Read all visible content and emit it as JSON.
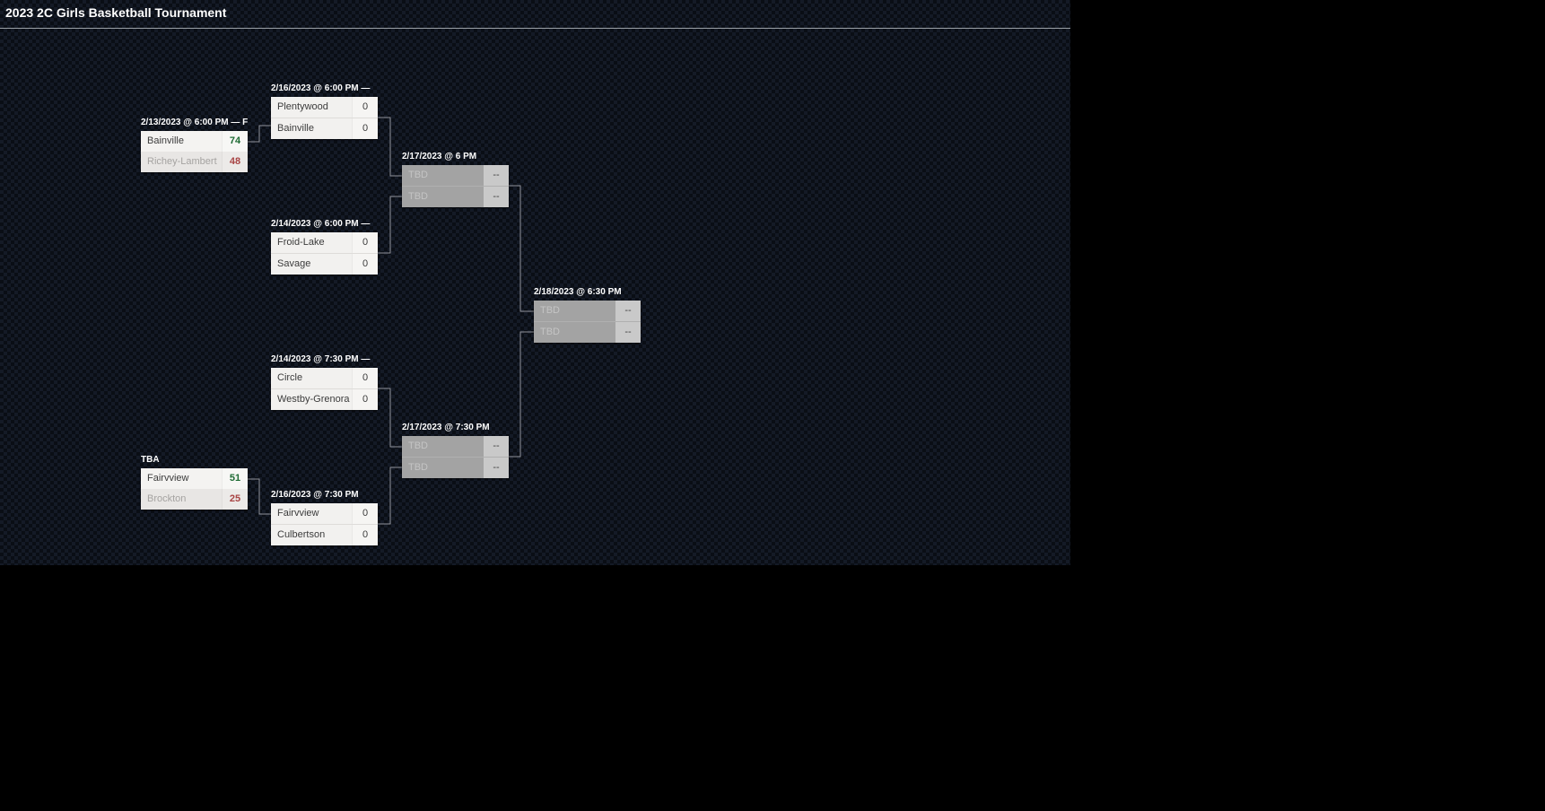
{
  "title": "2023 2C Girls Basketball Tournament",
  "colors": {
    "winner_score": "#1e6b34",
    "loser_score": "#a84444",
    "header_text": "#ffffff",
    "separator_line": "#9aa0a6",
    "connector_line": "#90939a",
    "tbd_box": "#a3a3a3"
  },
  "bracket": {
    "matches": [
      {
        "id": "round1-upper",
        "header": "2/13/2023 @ 6:00 PM — F",
        "state": "final",
        "teams": [
          {
            "name": "Bainville",
            "score": "74",
            "result": "winner"
          },
          {
            "name": "Richey-Lambert",
            "score": "48",
            "result": "loser"
          }
        ]
      },
      {
        "id": "round1-lower",
        "header": "TBA",
        "state": "final",
        "teams": [
          {
            "name": "Fairvview",
            "score": "51",
            "result": "winner"
          },
          {
            "name": "Brockton",
            "score": "25",
            "result": "loser"
          }
        ]
      },
      {
        "id": "quarterfinal-1",
        "header": "2/16/2023 @ 6:00 PM —",
        "state": "scheduled",
        "teams": [
          {
            "name": "Plentywood",
            "score": "0",
            "result": "none"
          },
          {
            "name": "Bainville",
            "score": "0",
            "result": "none"
          }
        ]
      },
      {
        "id": "quarterfinal-2",
        "header": "2/14/2023 @ 6:00 PM —",
        "state": "scheduled",
        "teams": [
          {
            "name": "Froid-Lake",
            "score": "0",
            "result": "none"
          },
          {
            "name": "Savage",
            "score": "0",
            "result": "none"
          }
        ]
      },
      {
        "id": "quarterfinal-3",
        "header": "2/14/2023 @ 7:30 PM —",
        "state": "scheduled",
        "teams": [
          {
            "name": "Circle",
            "score": "0",
            "result": "none"
          },
          {
            "name": "Westby-Grenora",
            "score": "0",
            "result": "none"
          }
        ]
      },
      {
        "id": "quarterfinal-4",
        "header": "2/16/2023 @ 7:30 PM",
        "state": "scheduled",
        "teams": [
          {
            "name": "Fairvview",
            "score": "0",
            "result": "none"
          },
          {
            "name": "Culbertson",
            "score": "0",
            "result": "none"
          }
        ]
      },
      {
        "id": "semifinal-1",
        "header": "2/17/2023 @ 6 PM",
        "state": "tbd",
        "teams": [
          {
            "name": "TBD",
            "score": "--",
            "result": "none"
          },
          {
            "name": "TBD",
            "score": "--",
            "result": "none"
          }
        ]
      },
      {
        "id": "semifinal-2",
        "header": "2/17/2023 @ 7:30 PM",
        "state": "tbd",
        "teams": [
          {
            "name": "TBD",
            "score": "--",
            "result": "none"
          },
          {
            "name": "TBD",
            "score": "--",
            "result": "none"
          }
        ]
      },
      {
        "id": "championship",
        "header": "2/18/2023 @ 6:30 PM",
        "state": "tbd",
        "teams": [
          {
            "name": "TBD",
            "score": "--",
            "result": "none"
          },
          {
            "name": "TBD",
            "score": "--",
            "result": "none"
          }
        ]
      }
    ]
  }
}
